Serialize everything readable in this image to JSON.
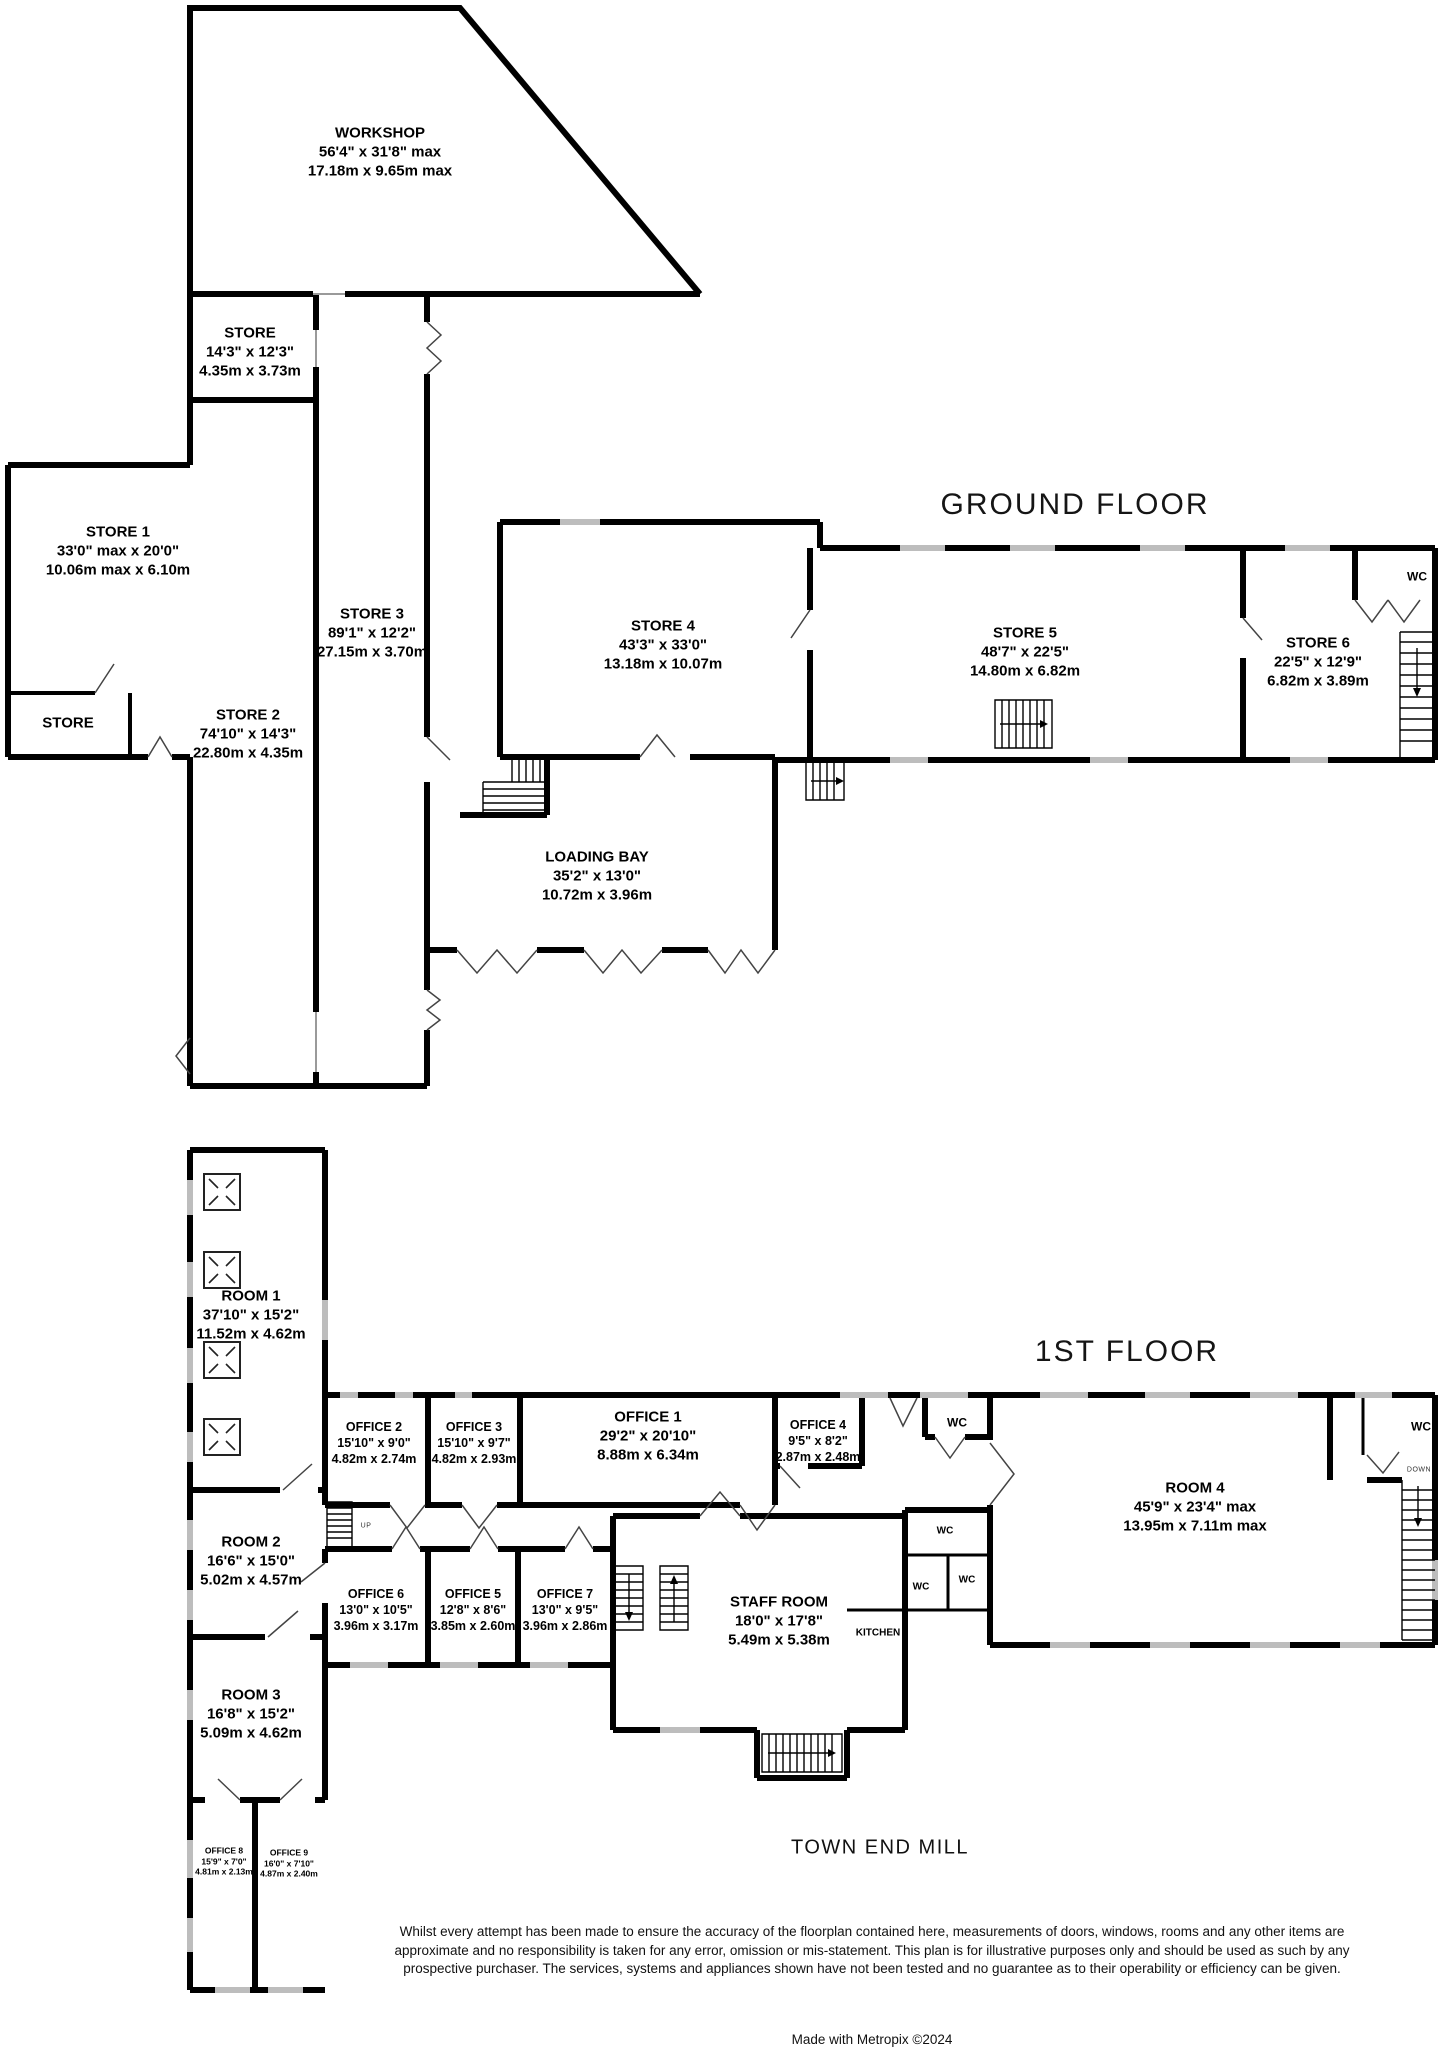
{
  "ground_floor": {
    "title": "GROUND FLOOR",
    "rooms": {
      "workshop": {
        "name": "WORKSHOP",
        "imperial": "56'4\"  x 31'8\" max",
        "metric": "17.18m  x 9.65m max"
      },
      "store_top": {
        "name": "STORE",
        "imperial": "14'3\"  x 12'3\"",
        "metric": "4.35m  x 3.73m"
      },
      "store1": {
        "name": "STORE 1",
        "imperial": "33'0\" max x 20'0\"",
        "metric": "10.06m max x 6.10m"
      },
      "store2": {
        "name": "STORE 2",
        "imperial": "74'10\"  x 14'3\"",
        "metric": "22.80m  x 4.35m"
      },
      "store3": {
        "name": "STORE 3",
        "imperial": "89'1\"  x 12'2\"",
        "metric": "27.15m  x 3.70m"
      },
      "store_small": {
        "name": "STORE"
      },
      "store4": {
        "name": "STORE 4",
        "imperial": "43'3\"  x 33'0\"",
        "metric": "13.18m  x 10.07m"
      },
      "store5": {
        "name": "STORE 5",
        "imperial": "48'7\"  x 22'5\"",
        "metric": "14.80m  x 6.82m"
      },
      "store6": {
        "name": "STORE 6",
        "imperial": "22'5\"  x 12'9\"",
        "metric": "6.82m  x 3.89m"
      },
      "loading_bay": {
        "name": "LOADING BAY",
        "imperial": "35'2\"  x 13'0\"",
        "metric": "10.72m  x 3.96m"
      },
      "wc": {
        "name": "WC"
      }
    }
  },
  "first_floor": {
    "title": "1ST FLOOR",
    "rooms": {
      "room1": {
        "name": "ROOM 1",
        "imperial": "37'10\"  x 15'2\"",
        "metric": "11.52m  x 4.62m"
      },
      "room2": {
        "name": "ROOM 2",
        "imperial": "16'6\"  x 15'0\"",
        "metric": "5.02m  x 4.57m"
      },
      "room3": {
        "name": "ROOM 3",
        "imperial": "16'8\"  x 15'2\"",
        "metric": "5.09m  x 4.62m"
      },
      "room4": {
        "name": "ROOM 4",
        "imperial": "45'9\"  x 23'4\" max",
        "metric": "13.95m  x 7.11m max"
      },
      "office1": {
        "name": "OFFICE 1",
        "imperial": "29'2\"  x 20'10\"",
        "metric": "8.88m  x 6.34m"
      },
      "office2": {
        "name": "OFFICE 2",
        "imperial": "15'10\"  x 9'0\"",
        "metric": "4.82m  x 2.74m"
      },
      "office3": {
        "name": "OFFICE 3",
        "imperial": "15'10\"  x 9'7\"",
        "metric": "4.82m  x 2.93m"
      },
      "office4": {
        "name": "OFFICE 4",
        "imperial": "9'5\"  x 8'2\"",
        "metric": "2.87m  x 2.48m"
      },
      "office5": {
        "name": "OFFICE 5",
        "imperial": "12'8\"  x 8'6\"",
        "metric": "3.85m  x 2.60m"
      },
      "office6": {
        "name": "OFFICE 6",
        "imperial": "13'0\"  x 10'5\"",
        "metric": "3.96m  x 3.17m"
      },
      "office7": {
        "name": "OFFICE 7",
        "imperial": "13'0\"  x 9'5\"",
        "metric": "3.96m  x 2.86m"
      },
      "office8": {
        "name": "OFFICE 8",
        "imperial": "15'9\"  x 7'0\"",
        "metric": "4.81m  x 2.13m"
      },
      "office9": {
        "name": "OFFICE 9",
        "imperial": "16'0\"  x 7'10\"",
        "metric": "4.87m  x 2.40m"
      },
      "staff_room": {
        "name": "STAFF ROOM",
        "imperial": "18'0\"  x 17'8\"",
        "metric": "5.49m  x 5.38m"
      },
      "kitchen": {
        "name": "KITCHEN"
      },
      "wc_mid": {
        "name": "WC"
      },
      "wc_room4": {
        "name": "WC"
      },
      "wc_a": {
        "name": "WC"
      },
      "wc_b": {
        "name": "WC"
      },
      "wc_c": {
        "name": "WC"
      }
    },
    "stair_labels": {
      "up": "UP",
      "down": "DOWN"
    }
  },
  "footer": {
    "building_name": "TOWN END MILL",
    "disclaimer": "Whilst every attempt has been made to ensure the accuracy of the floorplan contained here, measurements of doors, windows, rooms and any other items are approximate and no responsibility is taken for any error, omission or mis-statement. This plan is for illustrative purposes only and should be used as such by any prospective purchaser. The services, systems and appliances shown have not been tested and no guarantee as to their operability or efficiency can be given.",
    "credit": "Made with Metropix ©2024"
  }
}
